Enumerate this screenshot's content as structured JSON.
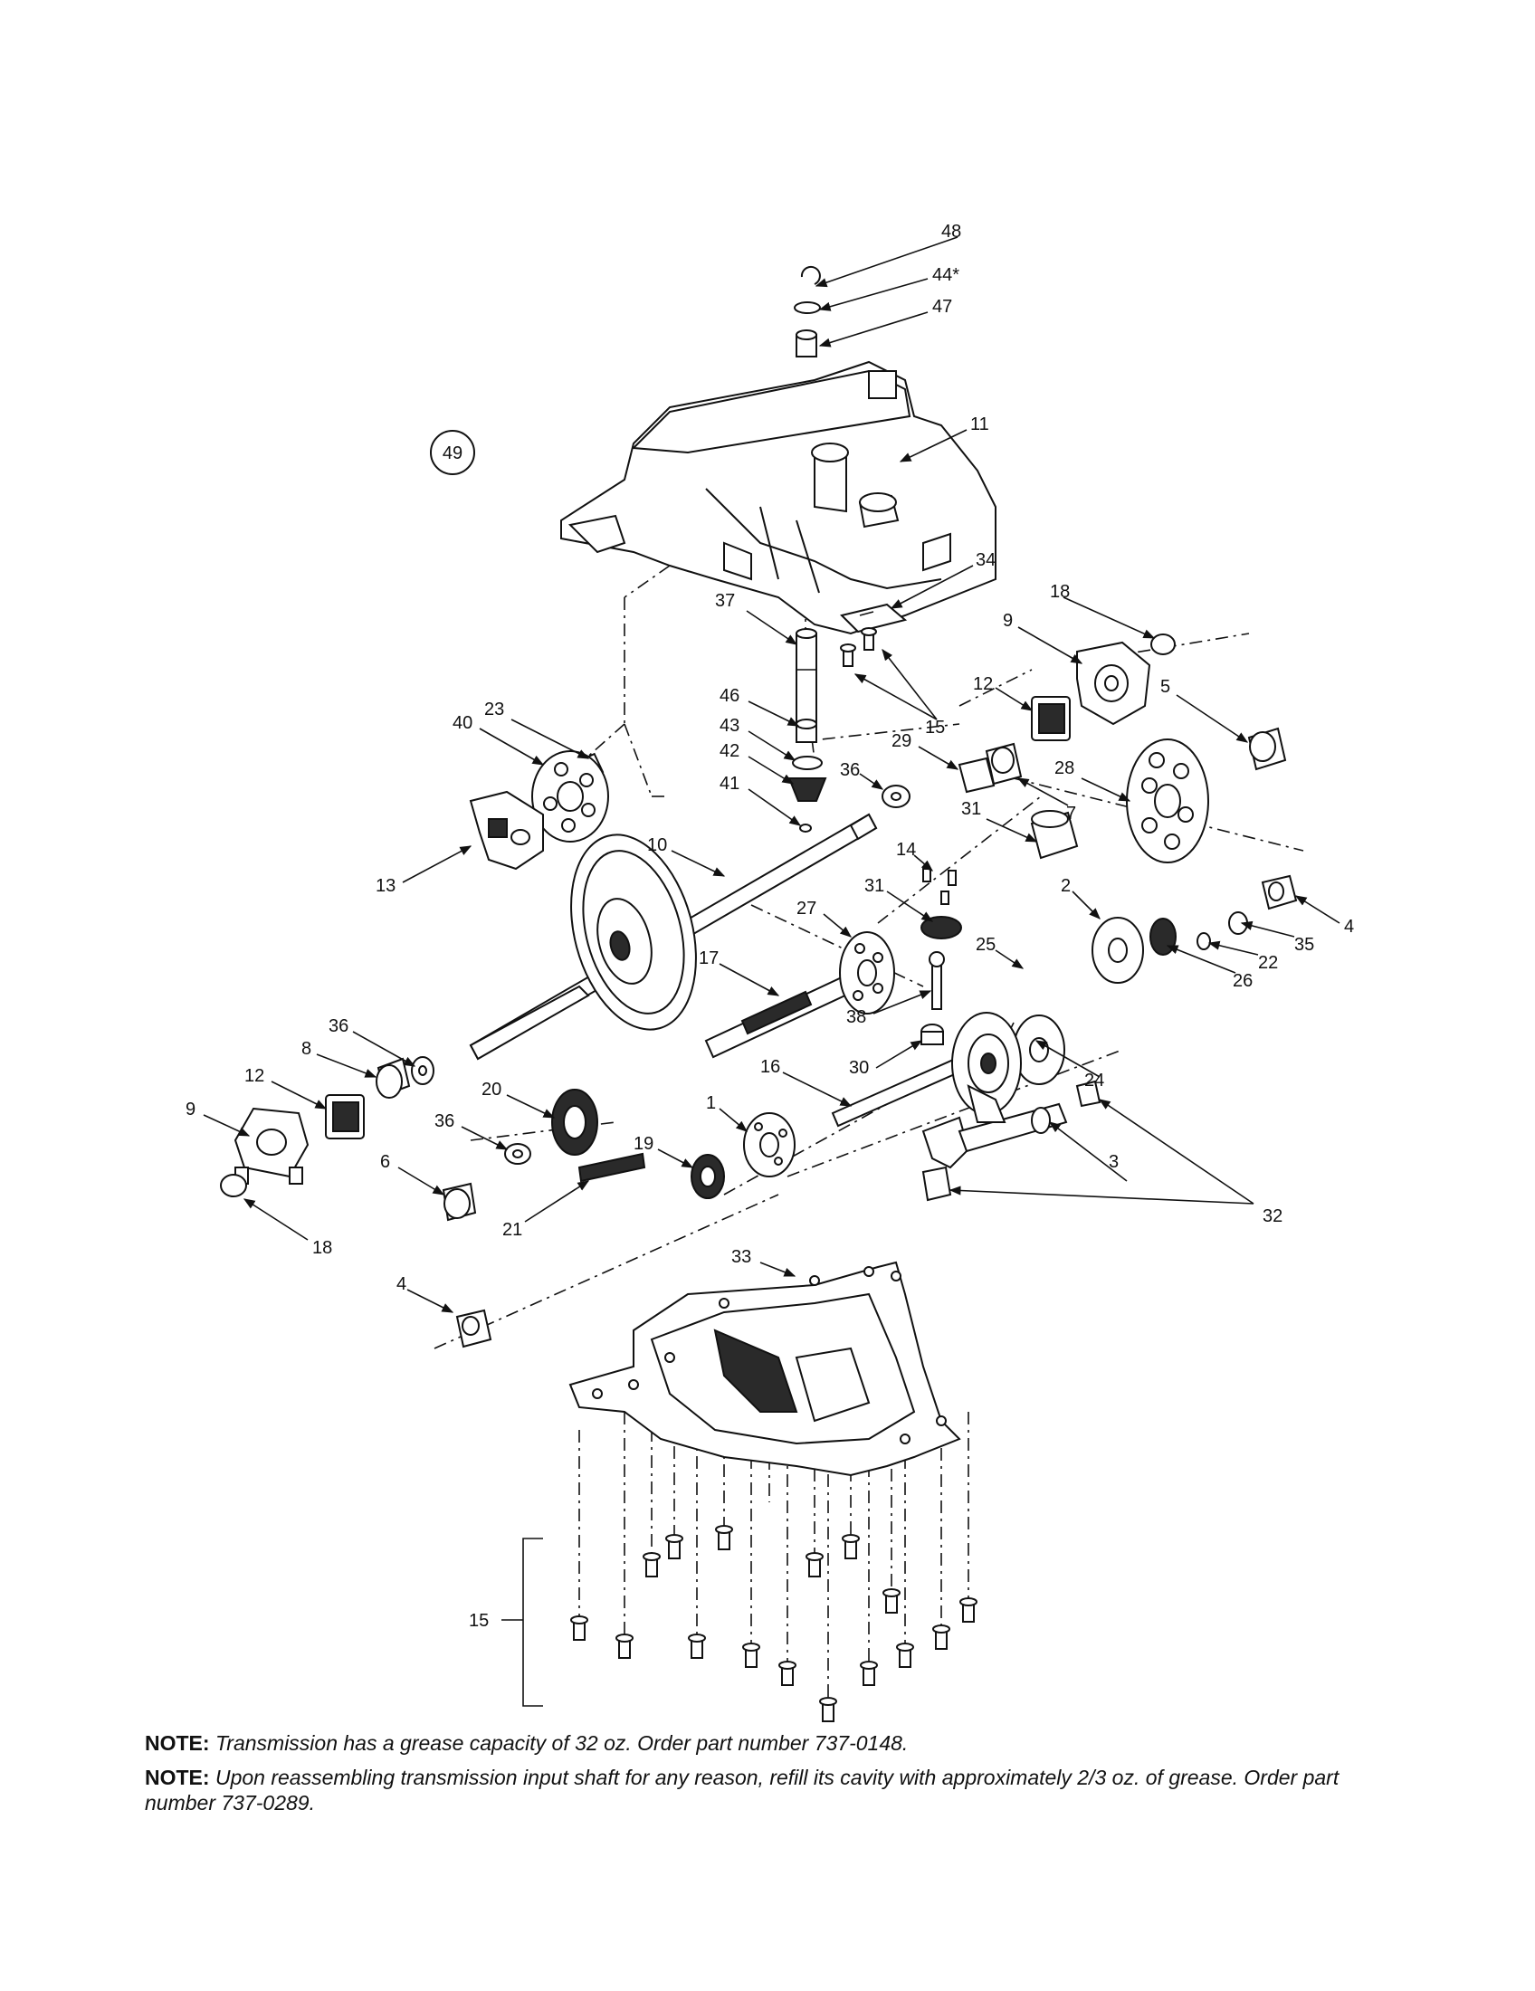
{
  "diagram": {
    "assembly_badge": "49",
    "callouts": {
      "c1": "1",
      "c2": "2",
      "c3": "3",
      "c4a": "4",
      "c4b": "4",
      "c5": "5",
      "c6": "6",
      "c7": "7",
      "c8": "8",
      "c9a": "9",
      "c9b": "9",
      "c10": "10",
      "c11": "11",
      "c12a": "12",
      "c12b": "12",
      "c13": "13",
      "c14": "14",
      "c15a": "15",
      "c15b": "15",
      "c16": "16",
      "c17": "17",
      "c18a": "18",
      "c18b": "18",
      "c19": "19",
      "c20": "20",
      "c21": "21",
      "c22": "22",
      "c23": "23",
      "c24": "24",
      "c25": "25",
      "c26": "26",
      "c27": "27",
      "c28": "28",
      "c29": "29",
      "c30": "30",
      "c31a": "31",
      "c31b": "31",
      "c32": "32",
      "c33": "33",
      "c34": "34",
      "c35": "35",
      "c36a": "36",
      "c36b": "36",
      "c36c": "36",
      "c37": "37",
      "c38": "38",
      "c40": "40",
      "c41": "41",
      "c42": "42",
      "c43": "43",
      "c44": "44*",
      "c46": "46",
      "c47": "47",
      "c48": "48"
    }
  },
  "notes": [
    {
      "prefix": "NOTE:",
      "text": "Transmission has a grease capacity of 32 oz. Order part number 737-0148."
    },
    {
      "prefix": "NOTE:",
      "text": "Upon reassembling transmission input shaft for any reason, refill its cavity with approximately 2/3 oz. of grease. Order part number 737-0289."
    }
  ]
}
